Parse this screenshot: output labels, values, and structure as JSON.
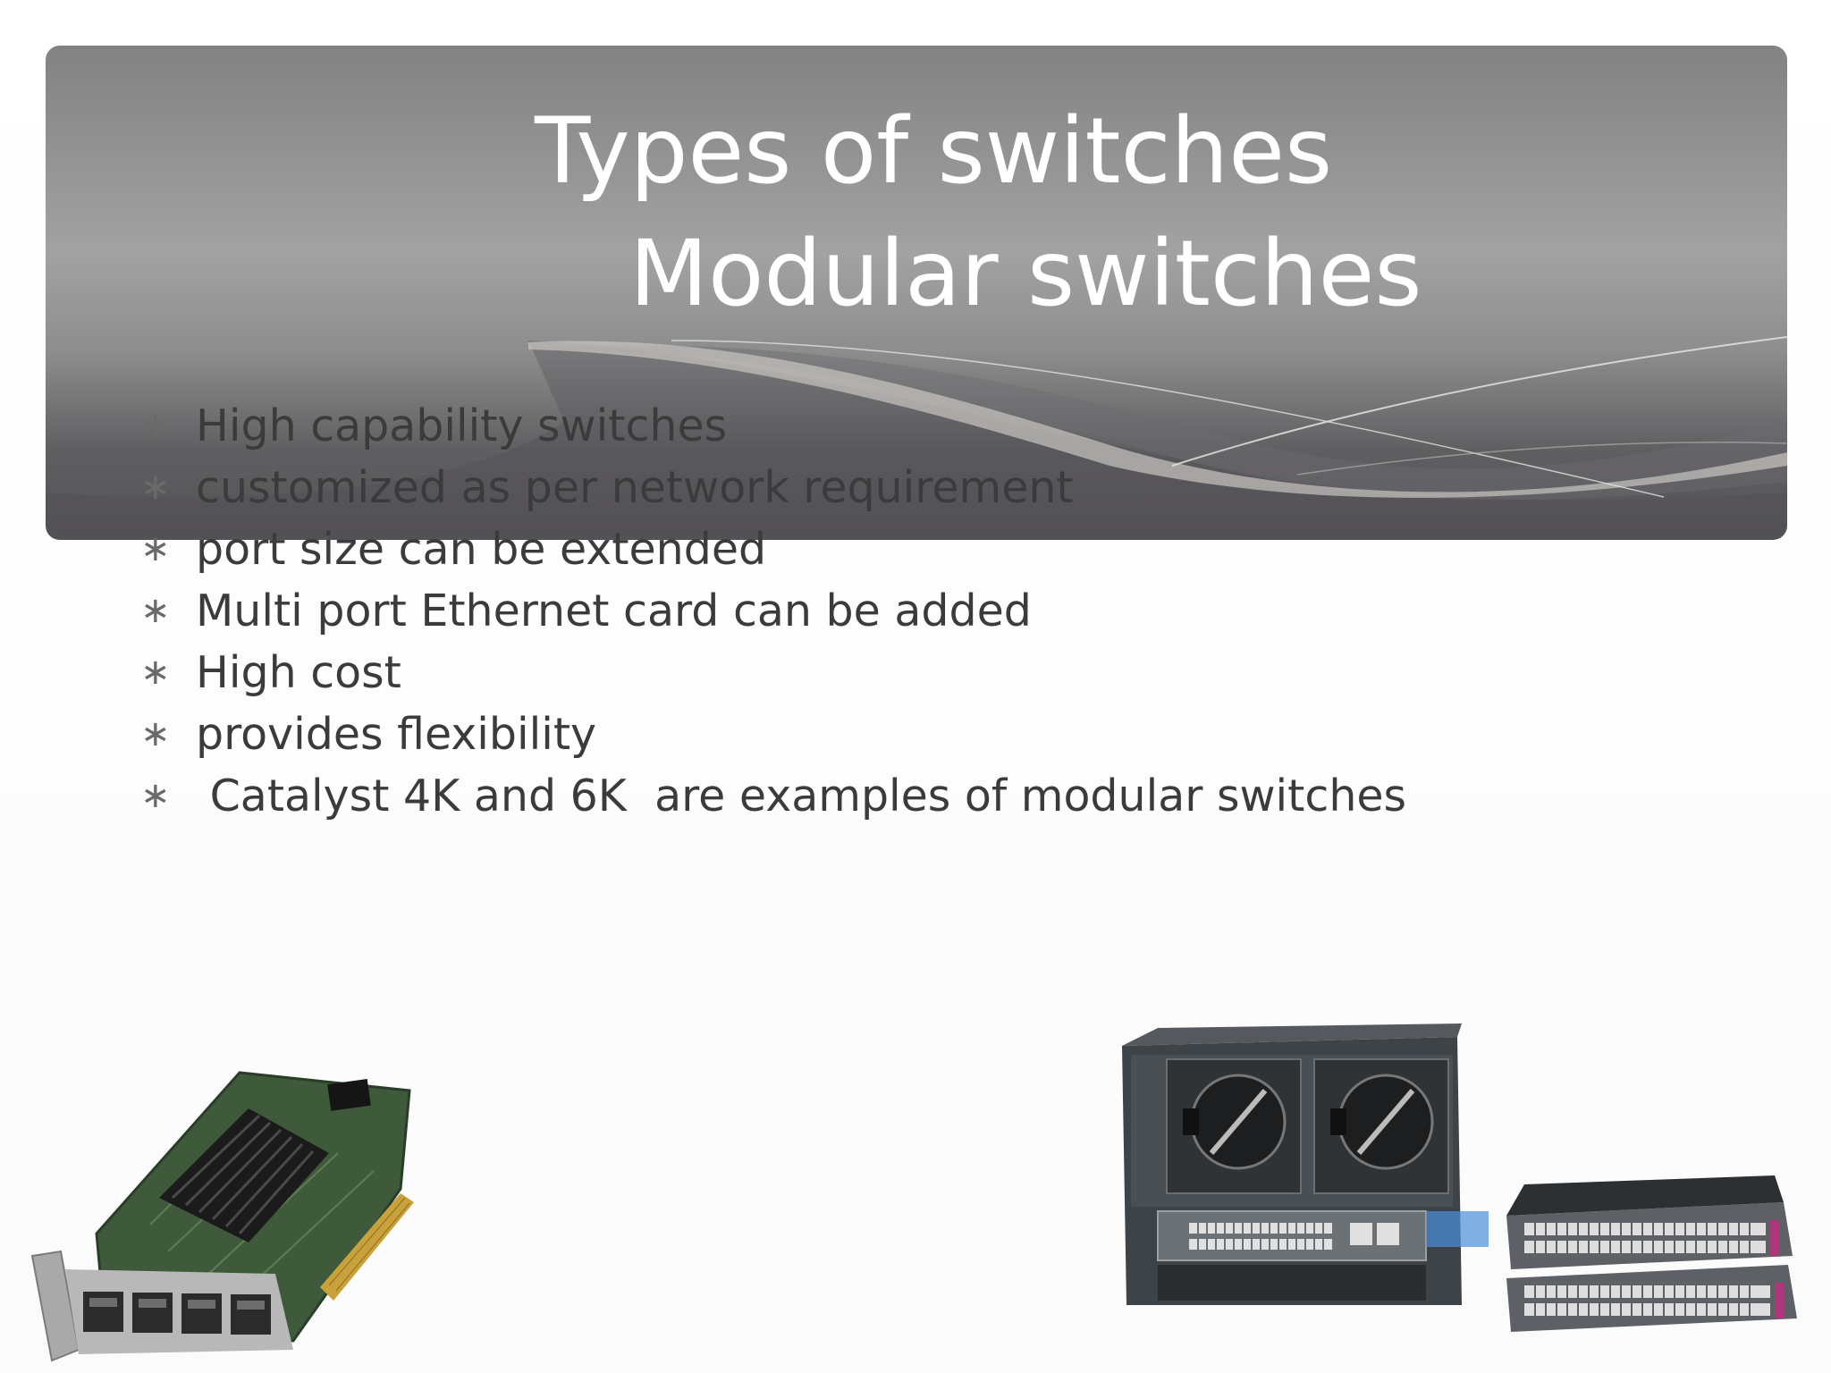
{
  "slide": {
    "title_line1": "Types of switches",
    "title_line2": "Modular switches",
    "bullet_symbol": "∗",
    "bullets": [
      "High capability switches",
      "customized as per network requirement",
      "port size can be extended",
      "Multi port Ethernet card can be added",
      "High cost",
      "provides flexibility",
      " Catalyst 4K and 6K  are examples of modular switches"
    ],
    "images": {
      "left": "multi-port-ethernet-card",
      "right": "catalyst-modular-switch-chassis"
    }
  },
  "colors": {
    "title_text": "#ffffff",
    "body_text": "#3b3b3b",
    "header_band": "#8a8a8a"
  }
}
